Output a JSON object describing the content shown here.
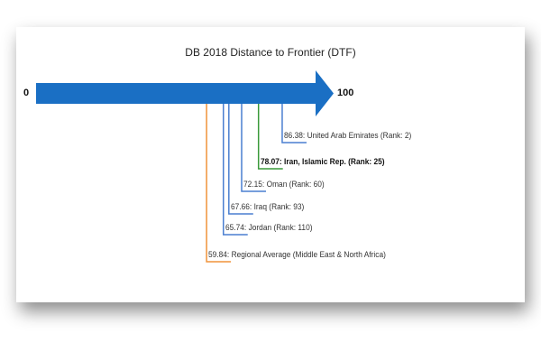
{
  "chart_data": {
    "type": "bar",
    "title": "DB 2018 Distance to Frontier (DTF)",
    "axis_min_label": "0",
    "axis_max_label": "100",
    "xlim": [
      0,
      100
    ],
    "arrow_color": "#1a6fc4",
    "points": [
      {
        "value": 86.38,
        "value_label": "86.38",
        "label": ": United Arab Emirates (Rank: 2)",
        "color": "#4a7fd0",
        "bold": false
      },
      {
        "value": 78.07,
        "value_label": "78.07",
        "label": ": Iran, Islamic Rep. (Rank: 25)",
        "color": "#3a9a3a",
        "bold": true
      },
      {
        "value": 72.15,
        "value_label": "72.15",
        "label": ": Oman (Rank: 60)",
        "color": "#4a7fd0",
        "bold": false
      },
      {
        "value": 67.66,
        "value_label": "67.66",
        "label": ": Iraq (Rank: 93)",
        "color": "#4a7fd0",
        "bold": false
      },
      {
        "value": 65.74,
        "value_label": "65.74",
        "label": ": Jordan (Rank: 110)",
        "color": "#4a7fd0",
        "bold": false
      },
      {
        "value": 59.84,
        "value_label": "59.84",
        "label": ": Regional Average (Middle East & North Africa)",
        "color": "#f0943a",
        "bold": false
      }
    ]
  }
}
